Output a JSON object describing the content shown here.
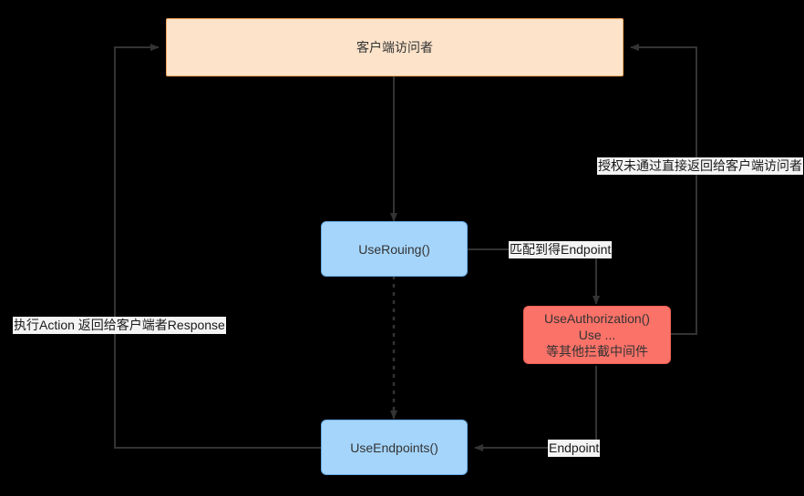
{
  "diagram": {
    "type": "flowchart",
    "background_color": "#000000",
    "nodes": [
      {
        "id": "client",
        "label": "客户端访问者",
        "shape": "rectangle",
        "fill": "#fce3ca",
        "stroke": "#f3a75c"
      },
      {
        "id": "userouting",
        "label": "UseRouing()",
        "shape": "rounded-rectangle",
        "fill": "#a5d5fb",
        "stroke": "#6aaae4"
      },
      {
        "id": "useauthorization",
        "label_line1": "UseAuthorization()",
        "label_line2": "Use ...",
        "label_line3": "等其他拦截中间件",
        "shape": "rounded-rectangle",
        "fill": "#fb7268",
        "stroke": "#f06055"
      },
      {
        "id": "useendpoints",
        "label": "UseEndpoints()",
        "shape": "rounded-rectangle",
        "fill": "#a5d5fb",
        "stroke": "#6aaae4"
      }
    ],
    "edge_labels": {
      "match_endpoint": "匹配到得Endpoint",
      "auth_failed_return": "授权未通过直接返回给客户端访问者",
      "endpoint": "Endpoint",
      "action_response": "执行Action 返回给客户端者Response"
    },
    "edges": [
      {
        "from": "client",
        "to": "userouting",
        "style": "solid",
        "arrow": true
      },
      {
        "from": "userouting",
        "to": "useendpoints",
        "style": "dotted",
        "arrow": true
      },
      {
        "from": "userouting",
        "to": "useauthorization",
        "style": "solid",
        "arrow": true,
        "label": "匹配到得Endpoint"
      },
      {
        "from": "useauthorization",
        "to": "client",
        "style": "solid",
        "arrow": true,
        "label": "授权未通过直接返回给客户端访问者"
      },
      {
        "from": "useauthorization",
        "to": "useendpoints",
        "style": "solid",
        "arrow": true,
        "label": "Endpoint"
      },
      {
        "from": "useendpoints",
        "to": "client",
        "style": "solid",
        "arrow": true,
        "label": "执行Action 返回给客户端者Response"
      }
    ],
    "edge_color": "#333333"
  }
}
